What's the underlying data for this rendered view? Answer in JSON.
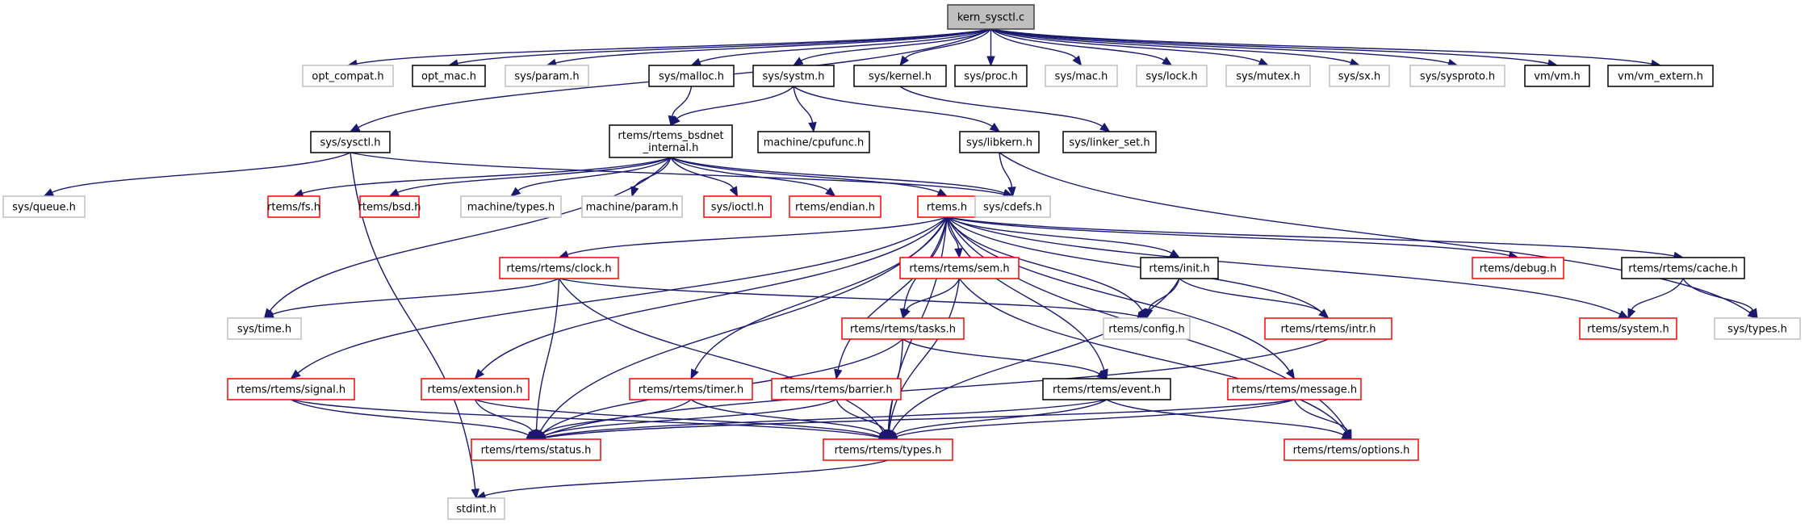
{
  "title": "kern_sysctl.c include dependency graph",
  "colors": {
    "edge": "#191970",
    "root_fill": "#bfbfbf",
    "documented_border": "#000000",
    "undocumented_border": "#bfbfbf",
    "truncated_border": "#ff0000"
  },
  "nodes": [
    {
      "id": "kern_sysctl_c",
      "label": "kern_sysctl.c",
      "style": "root"
    },
    {
      "id": "opt_compat_h",
      "label": "opt_compat.h",
      "style": "gray"
    },
    {
      "id": "opt_mac_h",
      "label": "opt_mac.h",
      "style": "black"
    },
    {
      "id": "sys_param_h",
      "label": "sys/param.h",
      "style": "gray"
    },
    {
      "id": "sys_malloc_h",
      "label": "sys/malloc.h",
      "style": "black"
    },
    {
      "id": "sys_systm_h",
      "label": "sys/systm.h",
      "style": "black"
    },
    {
      "id": "sys_kernel_h",
      "label": "sys/kernel.h",
      "style": "black"
    },
    {
      "id": "sys_proc_h",
      "label": "sys/proc.h",
      "style": "black"
    },
    {
      "id": "sys_mac_h",
      "label": "sys/mac.h",
      "style": "gray"
    },
    {
      "id": "sys_lock_h",
      "label": "sys/lock.h",
      "style": "gray"
    },
    {
      "id": "sys_mutex_h",
      "label": "sys/mutex.h",
      "style": "gray"
    },
    {
      "id": "sys_sx_h",
      "label": "sys/sx.h",
      "style": "gray"
    },
    {
      "id": "sys_sysproto_h",
      "label": "sys/sysproto.h",
      "style": "gray"
    },
    {
      "id": "vm_vm_h",
      "label": "vm/vm.h",
      "style": "black"
    },
    {
      "id": "vm_vm_extern_h",
      "label": "vm/vm_extern.h",
      "style": "black"
    },
    {
      "id": "sys_sysctl_h",
      "label": "sys/sysctl.h",
      "style": "black"
    },
    {
      "id": "rtems_bsdnet_internal_h",
      "label": "rtems/rtems_bsdnet\n_internal.h",
      "style": "black"
    },
    {
      "id": "machine_cpufunc_h",
      "label": "machine/cpufunc.h",
      "style": "black"
    },
    {
      "id": "sys_libkern_h",
      "label": "sys/libkern.h",
      "style": "black"
    },
    {
      "id": "sys_linker_set_h",
      "label": "sys/linker_set.h",
      "style": "black"
    },
    {
      "id": "sys_queue_h",
      "label": "sys/queue.h",
      "style": "gray"
    },
    {
      "id": "rtems_fs_h",
      "label": "rtems/fs.h",
      "style": "red"
    },
    {
      "id": "rtems_bsd_h",
      "label": "rtems/bsd.h",
      "style": "red"
    },
    {
      "id": "machine_types_h",
      "label": "machine/types.h",
      "style": "gray"
    },
    {
      "id": "machine_param_h",
      "label": "machine/param.h",
      "style": "gray"
    },
    {
      "id": "sys_ioctl_h",
      "label": "sys/ioctl.h",
      "style": "red"
    },
    {
      "id": "rtems_endian_h",
      "label": "rtems/endian.h",
      "style": "red"
    },
    {
      "id": "rtems_h",
      "label": "rtems.h",
      "style": "red"
    },
    {
      "id": "sys_cdefs_h",
      "label": "sys/cdefs.h",
      "style": "gray"
    },
    {
      "id": "rtems_clock_h",
      "label": "rtems/rtems/clock.h",
      "style": "red"
    },
    {
      "id": "rtems_sem_h",
      "label": "rtems/rtems/sem.h",
      "style": "red"
    },
    {
      "id": "rtems_init_h",
      "label": "rtems/init.h",
      "style": "black"
    },
    {
      "id": "rtems_debug_h",
      "label": "rtems/debug.h",
      "style": "red"
    },
    {
      "id": "rtems_cache_h",
      "label": "rtems/rtems/cache.h",
      "style": "black"
    },
    {
      "id": "sys_time_h",
      "label": "sys/time.h",
      "style": "gray"
    },
    {
      "id": "rtems_tasks_h",
      "label": "rtems/rtems/tasks.h",
      "style": "red"
    },
    {
      "id": "rtems_config_h",
      "label": "rtems/config.h",
      "style": "gray"
    },
    {
      "id": "rtems_intr_h",
      "label": "rtems/rtems/intr.h",
      "style": "red"
    },
    {
      "id": "rtems_system_h",
      "label": "rtems/system.h",
      "style": "red"
    },
    {
      "id": "sys_types_h",
      "label": "sys/types.h",
      "style": "gray"
    },
    {
      "id": "rtems_signal_h",
      "label": "rtems/rtems/signal.h",
      "style": "red"
    },
    {
      "id": "rtems_extension_h",
      "label": "rtems/extension.h",
      "style": "red"
    },
    {
      "id": "rtems_timer_h",
      "label": "rtems/rtems/timer.h",
      "style": "red"
    },
    {
      "id": "rtems_barrier_h",
      "label": "rtems/rtems/barrier.h",
      "style": "red"
    },
    {
      "id": "rtems_event_h",
      "label": "rtems/rtems/event.h",
      "style": "black"
    },
    {
      "id": "rtems_message_h",
      "label": "rtems/rtems/message.h",
      "style": "red"
    },
    {
      "id": "rtems_status_h",
      "label": "rtems/rtems/status.h",
      "style": "red"
    },
    {
      "id": "rtems_types_h",
      "label": "rtems/rtems/types.h",
      "style": "red"
    },
    {
      "id": "rtems_options_h",
      "label": "rtems/rtems/options.h",
      "style": "red"
    },
    {
      "id": "stdint_h",
      "label": "stdint.h",
      "style": "gray"
    }
  ],
  "edges": [
    [
      "kern_sysctl_c",
      "opt_compat_h"
    ],
    [
      "kern_sysctl_c",
      "opt_mac_h"
    ],
    [
      "kern_sysctl_c",
      "sys_param_h"
    ],
    [
      "kern_sysctl_c",
      "sys_malloc_h"
    ],
    [
      "kern_sysctl_c",
      "sys_systm_h"
    ],
    [
      "kern_sysctl_c",
      "sys_kernel_h"
    ],
    [
      "kern_sysctl_c",
      "sys_proc_h"
    ],
    [
      "kern_sysctl_c",
      "sys_mac_h"
    ],
    [
      "kern_sysctl_c",
      "sys_lock_h"
    ],
    [
      "kern_sysctl_c",
      "sys_mutex_h"
    ],
    [
      "kern_sysctl_c",
      "sys_sx_h"
    ],
    [
      "kern_sysctl_c",
      "sys_sysproto_h"
    ],
    [
      "kern_sysctl_c",
      "vm_vm_h"
    ],
    [
      "kern_sysctl_c",
      "vm_vm_extern_h"
    ],
    [
      "kern_sysctl_c",
      "sys_sysctl_h"
    ],
    [
      "sys_malloc_h",
      "rtems_bsdnet_internal_h"
    ],
    [
      "sys_systm_h",
      "rtems_bsdnet_internal_h"
    ],
    [
      "sys_systm_h",
      "machine_cpufunc_h"
    ],
    [
      "sys_systm_h",
      "sys_libkern_h"
    ],
    [
      "sys_kernel_h",
      "sys_linker_set_h"
    ],
    [
      "sys_sysctl_h",
      "sys_queue_h"
    ],
    [
      "sys_sysctl_h",
      "sys_cdefs_h"
    ],
    [
      "sys_sysctl_h",
      "stdint_h"
    ],
    [
      "rtems_bsdnet_internal_h",
      "sys_time_h"
    ],
    [
      "rtems_bsdnet_internal_h",
      "rtems_fs_h"
    ],
    [
      "rtems_bsdnet_internal_h",
      "rtems_bsd_h"
    ],
    [
      "rtems_bsdnet_internal_h",
      "machine_types_h"
    ],
    [
      "rtems_bsdnet_internal_h",
      "machine_param_h"
    ],
    [
      "rtems_bsdnet_internal_h",
      "sys_ioctl_h"
    ],
    [
      "rtems_bsdnet_internal_h",
      "rtems_endian_h"
    ],
    [
      "rtems_bsdnet_internal_h",
      "rtems_h"
    ],
    [
      "rtems_bsdnet_internal_h",
      "sys_cdefs_h"
    ],
    [
      "sys_libkern_h",
      "sys_cdefs_h"
    ],
    [
      "sys_libkern_h",
      "sys_types_h"
    ],
    [
      "rtems_h",
      "rtems_clock_h"
    ],
    [
      "rtems_h",
      "rtems_sem_h"
    ],
    [
      "rtems_h",
      "rtems_init_h"
    ],
    [
      "rtems_h",
      "rtems_debug_h"
    ],
    [
      "rtems_h",
      "rtems_cache_h"
    ],
    [
      "rtems_h",
      "rtems_tasks_h"
    ],
    [
      "rtems_h",
      "rtems_config_h"
    ],
    [
      "rtems_h",
      "rtems_intr_h"
    ],
    [
      "rtems_h",
      "rtems_system_h"
    ],
    [
      "rtems_h",
      "rtems_signal_h"
    ],
    [
      "rtems_h",
      "rtems_extension_h"
    ],
    [
      "rtems_h",
      "rtems_timer_h"
    ],
    [
      "rtems_h",
      "rtems_barrier_h"
    ],
    [
      "rtems_h",
      "rtems_event_h"
    ],
    [
      "rtems_h",
      "rtems_message_h"
    ],
    [
      "rtems_h",
      "rtems_status_h"
    ],
    [
      "rtems_h",
      "rtems_types_h"
    ],
    [
      "rtems_h",
      "rtems_options_h"
    ],
    [
      "rtems_clock_h",
      "sys_time_h"
    ],
    [
      "rtems_clock_h",
      "rtems_config_h"
    ],
    [
      "rtems_clock_h",
      "rtems_status_h"
    ],
    [
      "rtems_clock_h",
      "rtems_types_h"
    ],
    [
      "rtems_sem_h",
      "rtems_tasks_h"
    ],
    [
      "rtems_sem_h",
      "rtems_types_h"
    ],
    [
      "rtems_sem_h",
      "rtems_options_h"
    ],
    [
      "rtems_init_h",
      "rtems_config_h"
    ],
    [
      "rtems_init_h",
      "rtems_intr_h"
    ],
    [
      "rtems_init_h",
      "rtems_types_h"
    ],
    [
      "rtems_cache_h",
      "rtems_system_h"
    ],
    [
      "rtems_cache_h",
      "sys_types_h"
    ],
    [
      "rtems_tasks_h",
      "rtems_status_h"
    ],
    [
      "rtems_tasks_h",
      "rtems_types_h"
    ],
    [
      "rtems_tasks_h",
      "rtems_event_h"
    ],
    [
      "rtems_intr_h",
      "rtems_status_h"
    ],
    [
      "rtems_signal_h",
      "rtems_status_h"
    ],
    [
      "rtems_signal_h",
      "rtems_types_h"
    ],
    [
      "rtems_extension_h",
      "rtems_status_h"
    ],
    [
      "rtems_extension_h",
      "rtems_types_h"
    ],
    [
      "rtems_timer_h",
      "rtems_status_h"
    ],
    [
      "rtems_timer_h",
      "rtems_types_h"
    ],
    [
      "rtems_barrier_h",
      "rtems_status_h"
    ],
    [
      "rtems_barrier_h",
      "rtems_types_h"
    ],
    [
      "rtems_event_h",
      "rtems_status_h"
    ],
    [
      "rtems_event_h",
      "rtems_types_h"
    ],
    [
      "rtems_event_h",
      "rtems_options_h"
    ],
    [
      "rtems_message_h",
      "rtems_status_h"
    ],
    [
      "rtems_message_h",
      "rtems_types_h"
    ],
    [
      "rtems_message_h",
      "rtems_options_h"
    ],
    [
      "rtems_types_h",
      "stdint_h"
    ]
  ]
}
